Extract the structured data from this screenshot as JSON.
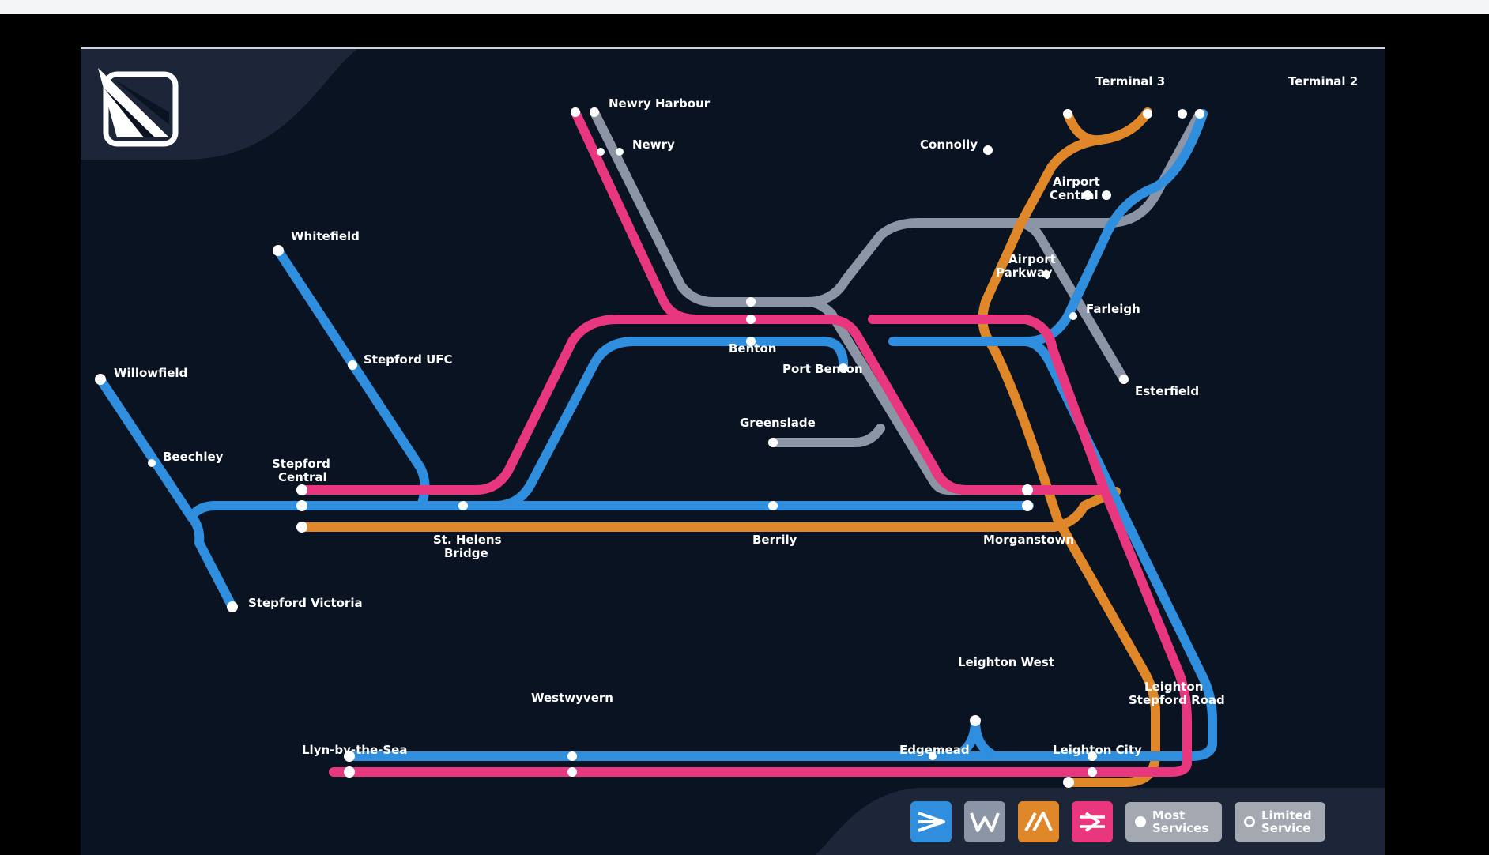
{
  "colors": {
    "blue_line": "#2f8fde",
    "pink_line": "#e8377f",
    "orange_line": "#e0872a",
    "grey_line": "#8b95a6",
    "background": "#0a1322"
  },
  "logo": {
    "icon": "operator-logo-icon"
  },
  "stations": {
    "newry_harbour": "Newry Harbour",
    "newry": "Newry",
    "whitefield": "Whitefield",
    "willowfield": "Willowfield",
    "stepford_ufc": "Stepford UFC",
    "beechley": "Beechley",
    "stepford_central_1": "Stepford",
    "stepford_central_2": "Central",
    "stepford_victoria": "Stepford Victoria",
    "st_helens_1": "St. Helens",
    "st_helens_2": "Bridge",
    "benton": "Benton",
    "port_benton": "Port Benton",
    "greenslade": "Greenslade",
    "berrily": "Berrily",
    "morganstown": "Morganstown",
    "connolly": "Connolly",
    "terminal_3": "Terminal 3",
    "terminal_2": "Terminal 2",
    "airport_central_1": "Airport",
    "airport_central_2": "Central",
    "airport_parkway_1": "Airport",
    "airport_parkway_2": "Parkway",
    "farleigh": "Farleigh",
    "esterfield": "Esterfield",
    "leighton_west": "Leighton West",
    "leighton_stepford_road_1": "Leighton",
    "leighton_stepford_road_2": "Stepford Road",
    "westwyvern": "Westwyvern",
    "llyn_by_the_sea": "Llyn-by-the-Sea",
    "edgemead": "Edgemead",
    "leighton_city": "Leighton City"
  },
  "legend": {
    "operators": [
      {
        "icon": "connect-operator-icon",
        "color": "#2f8fde"
      },
      {
        "icon": "waterline-operator-icon",
        "color": "#8b95a6"
      },
      {
        "icon": "airlink-operator-icon",
        "color": "#e0872a"
      },
      {
        "icon": "national-rail-operator-icon",
        "color": "#e8377f"
      }
    ],
    "most_services": "Most\nServices",
    "limited_service": "Limited\nService"
  }
}
